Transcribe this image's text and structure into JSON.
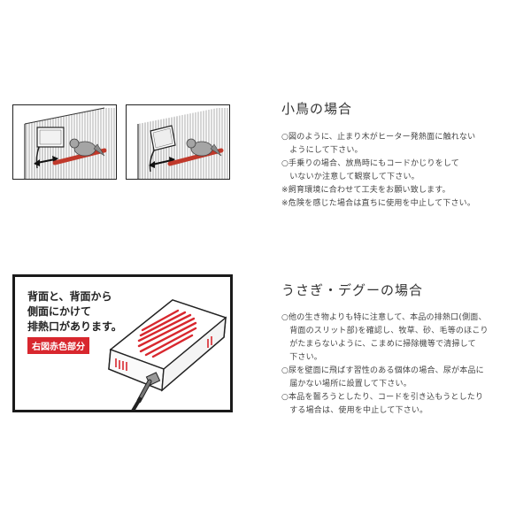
{
  "bird": {
    "title": "小鳥の場合",
    "notes": [
      "○図のように、止まり木がヒーター発熱面に触れない",
      "　ようにして下さい。",
      "○手乗りの場合、放鳥時にもコードかじりをして",
      "　いないか注意して観察して下さい。",
      "※飼育環境に合わせて工夫をお願い致します。",
      "※危険を感じた場合は直ちに使用を中止して下さい。"
    ]
  },
  "rabbit": {
    "title": "うさぎ・デグーの場合",
    "notes": [
      "○他の生き物よりも特に注意して、本品の排熱口(側面、",
      "　背面のスリット部)を確認し、牧草、砂、毛等のほこり",
      "　がたまらないように、こまめに掃除機等で清掃して",
      "　下さい。",
      "○尿を壁面に飛ばす習性のある個体の場合、尿が本品に",
      "　届かない場所に設置して下さい。",
      "○本品を齧ろうとしたり、コードを引き込もうとしたり",
      "　する場合は、使用を中止して下さい。"
    ],
    "callout": {
      "text": "背面と、背面から\n側面にかけて\n排熱口があります。",
      "badge": "右図赤色部分"
    }
  },
  "colors": {
    "accent": "#d8272e",
    "text": "#333333",
    "border": "#1a1a1a"
  }
}
